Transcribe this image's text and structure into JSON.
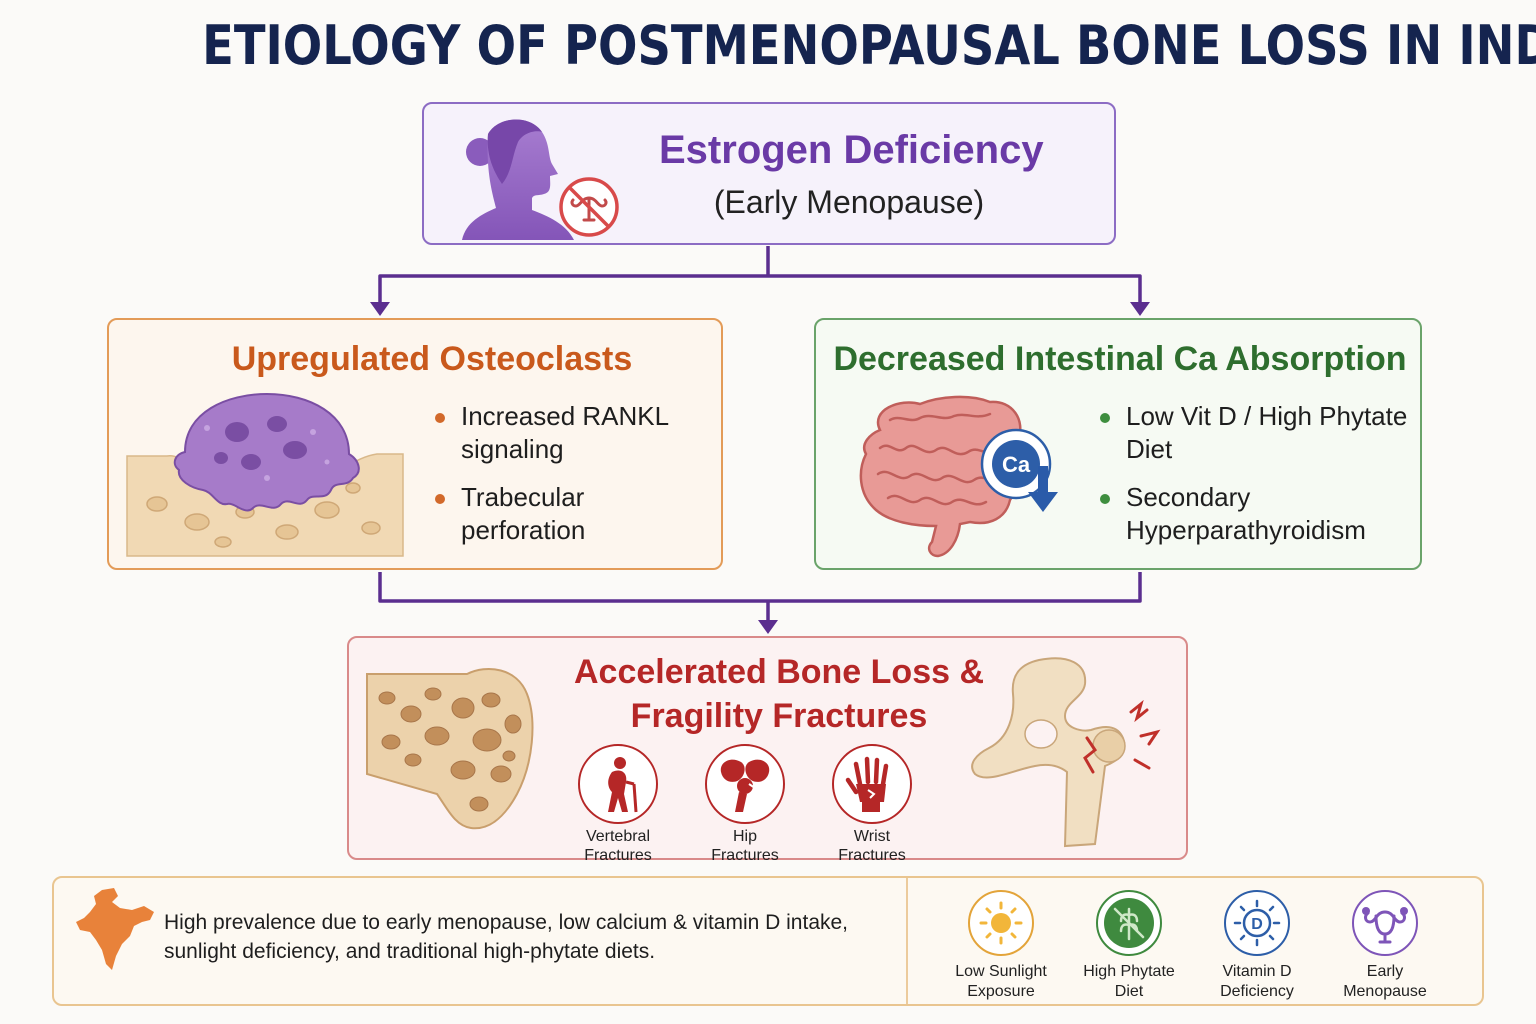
{
  "title": "ETIOLOGY OF POSTMENOPAUSAL BONE LOSS IN INDIA",
  "estrogen": {
    "title": "Estrogen Deficiency",
    "subtitle": "(Early Menopause)"
  },
  "osteoclasts": {
    "title": "Upregulated Osteoclasts",
    "bullets": [
      "Increased RANKL signaling",
      "Trabecular perforation"
    ]
  },
  "calcium": {
    "title": "Decreased Intestinal Ca Absorption",
    "badge": "Ca",
    "bullets": [
      "Low Vit D / High Phytate Diet",
      "Secondary Hyperparathyroidism"
    ]
  },
  "bone_loss": {
    "title_line1": "Accelerated Bone Loss &",
    "title_line2": "Fragility Fractures",
    "fractures": [
      {
        "line1": "Vertebral",
        "line2": "Fractures",
        "icon": "stooped-person-icon"
      },
      {
        "line1": "Hip",
        "line2": "Fractures",
        "icon": "hip-joint-icon"
      },
      {
        "line1": "Wrist",
        "line2": "Fractures",
        "icon": "hand-bones-icon"
      }
    ]
  },
  "footer": {
    "text": "High prevalence due to early menopause, low calcium & vitamin D intake, sunlight deficiency, and traditional high-phytate diets.",
    "risk_factors": [
      {
        "line1": "Low Sunlight",
        "line2": "Exposure",
        "icon": "sun-icon"
      },
      {
        "line1": "High Phytate",
        "line2": "Diet",
        "icon": "grain-icon"
      },
      {
        "line1": "Vitamin D",
        "line2": "Deficiency",
        "icon": "vitamin-d-icon",
        "badge": "D"
      },
      {
        "line1": "Early",
        "line2": "Menopause",
        "icon": "uterus-icon"
      }
    ]
  },
  "colors": {
    "title": "#15244f",
    "connector": "#5b2e8f",
    "estrogen": "#6a3aa6",
    "osteoclast": "#c9591c",
    "calcium": "#2e6e2e",
    "fracture": "#b52727"
  }
}
